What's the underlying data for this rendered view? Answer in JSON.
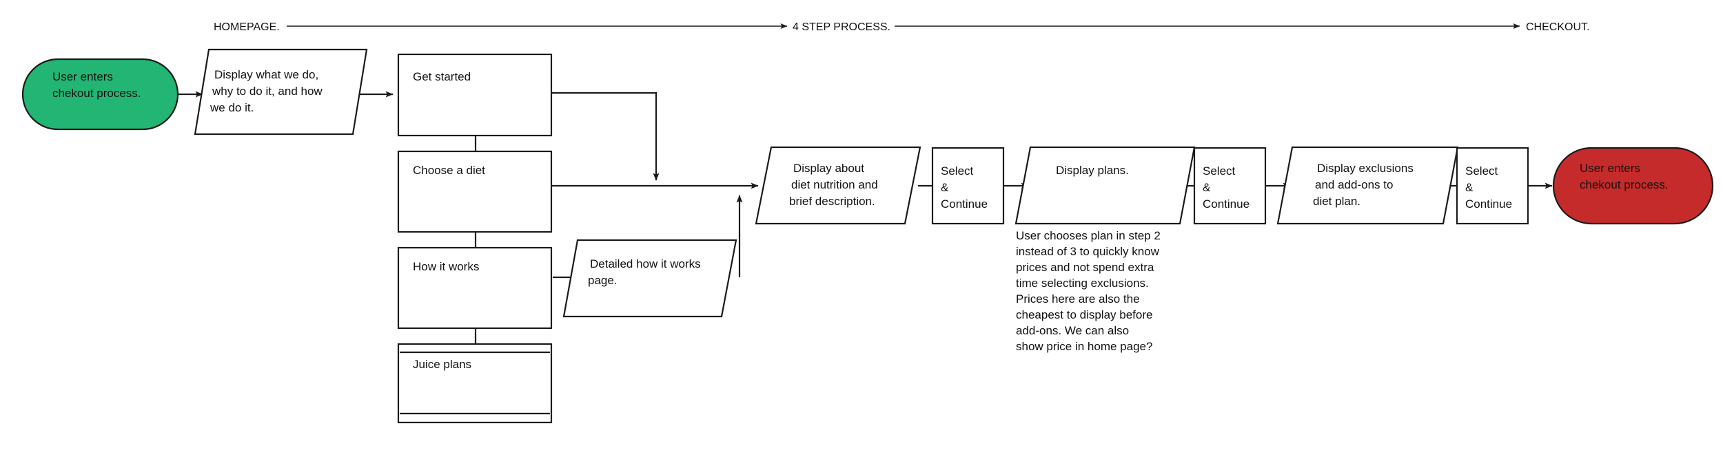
{
  "diagram": {
    "title_lanes": [
      {
        "id": "lane-homepage",
        "label": "HOMEPAGE."
      },
      {
        "id": "lane-4step",
        "label": "4 STEP PROCESS."
      },
      {
        "id": "lane-checkout",
        "label": "CHECKOUT."
      }
    ],
    "colors": {
      "start_fill": "#22b573",
      "end_fill": "#c62B2B",
      "stroke": "#1a1a1a",
      "shape_fill": "#ffffff",
      "text": "#111111"
    },
    "nodes": {
      "start": {
        "shape": "terminator",
        "lines": [
          "User enters",
          "chekout process."
        ]
      },
      "display_intro": {
        "shape": "parallelogram",
        "lines": [
          "Display what we do,",
          "why to do it, and how",
          "we do it."
        ]
      },
      "get_started": {
        "shape": "process",
        "lines": [
          "Get started"
        ]
      },
      "choose_diet": {
        "shape": "process",
        "lines": [
          "Choose a diet"
        ]
      },
      "how_it_works": {
        "shape": "process",
        "lines": [
          "How it works"
        ]
      },
      "juice_plans": {
        "shape": "predefined-process",
        "lines": [
          "Juice plans"
        ]
      },
      "detailed_how": {
        "shape": "parallelogram",
        "lines": [
          "Detailed how it works",
          "page."
        ]
      },
      "display_nutrition": {
        "shape": "parallelogram",
        "lines": [
          "Display about",
          "diet nutrition and",
          "brief description."
        ]
      },
      "select_continue_1": {
        "shape": "process",
        "lines": [
          "Select",
          "&",
          "Continue"
        ]
      },
      "display_plans": {
        "shape": "parallelogram",
        "lines": [
          "Display plans."
        ]
      },
      "select_continue_2": {
        "shape": "process",
        "lines": [
          "Select",
          "&",
          "Continue"
        ]
      },
      "display_exclusions": {
        "shape": "parallelogram",
        "lines": [
          "Display exclusions",
          "and add-ons to",
          "diet plan."
        ]
      },
      "select_continue_3": {
        "shape": "process",
        "lines": [
          "Select",
          "&",
          "Continue"
        ]
      },
      "end": {
        "shape": "terminator",
        "lines": [
          "User enters",
          "chekout process."
        ]
      }
    },
    "annotation": {
      "id": "note-plan-step",
      "lines": [
        "User chooses plan in step 2",
        "instead of 3 to quickly know",
        "prices and not spend extra",
        "time selecting exclusions.",
        "Prices here are also the",
        "cheapest to display before",
        "add-ons. We can also",
        "show price in home page?"
      ]
    }
  }
}
